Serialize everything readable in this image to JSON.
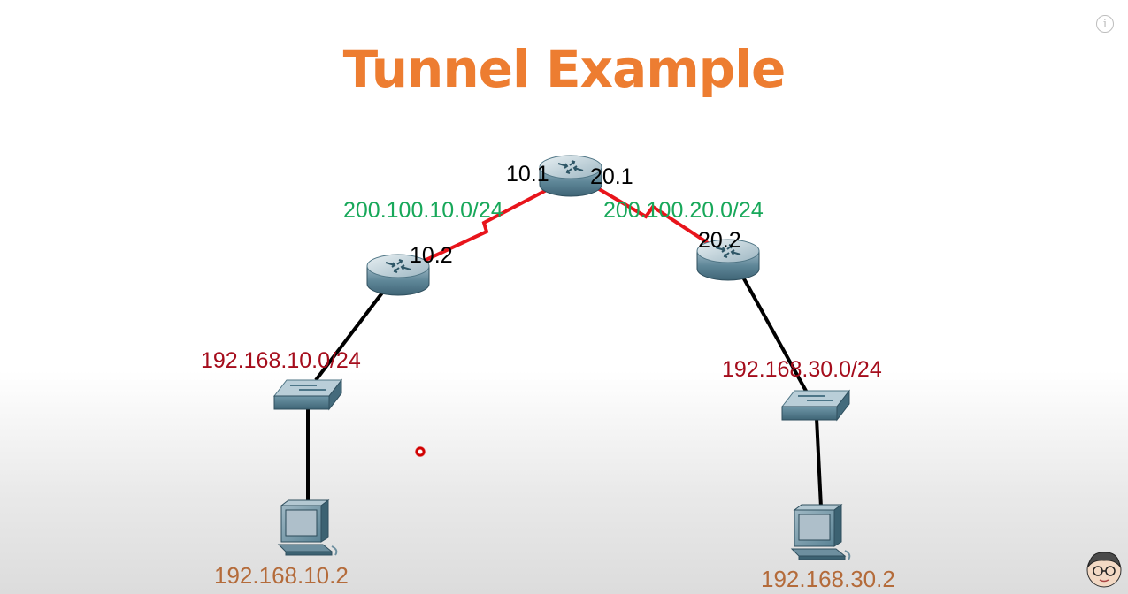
{
  "title": "Tunnel Example",
  "colors": {
    "title": "#ed7d31",
    "wan_link": "#e8141b",
    "lan_link": "#000000",
    "wan_network_label": "#18a85a",
    "lan_network_label": "#a50d1c",
    "host_label": "#b46b3a",
    "interface_label": "#000000"
  },
  "devices": {
    "center_router": {
      "icon": "router-icon",
      "if_left": "10.1",
      "if_right": "20.1"
    },
    "left_router": {
      "icon": "router-icon",
      "if_wan": "10.2"
    },
    "right_router": {
      "icon": "router-icon",
      "if_wan": "20.2"
    },
    "left_switch": {
      "icon": "switch-icon"
    },
    "right_switch": {
      "icon": "switch-icon"
    },
    "left_pc": {
      "icon": "pc-icon",
      "label": "192.168.10.2"
    },
    "right_pc": {
      "icon": "pc-icon",
      "label": "192.168.30.2"
    }
  },
  "networks": {
    "wan_left": "200.100.10.0/24",
    "wan_right": "200.100.20.0/24",
    "lan_left": "192.168.10.0/24",
    "lan_right": "192.168.30.0/24"
  },
  "overlay": {
    "info_icon": "info-icon",
    "info_glyph": "i"
  }
}
